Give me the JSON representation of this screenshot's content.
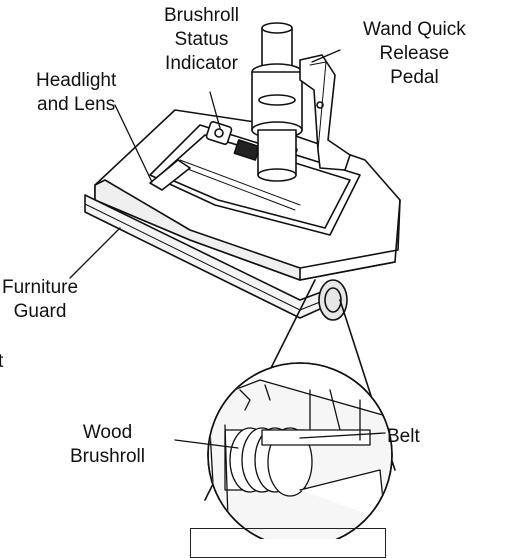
{
  "labels": {
    "brushroll_status_indicator": "Brushroll\nStatus\nIndicator",
    "wand_quick_release_pedal": "Wand Quick\nRelease\nPedal",
    "headlight_and_lens": "Headlight\nand Lens",
    "furniture_guard": "Furniture\nGuard",
    "wood_brushroll": "Wood\nBrushroll",
    "belt": "Belt",
    "clipped_left_text": "t"
  },
  "colors": {
    "line": "#111111",
    "background": "#ffffff",
    "shade": "#d9d9d9"
  }
}
